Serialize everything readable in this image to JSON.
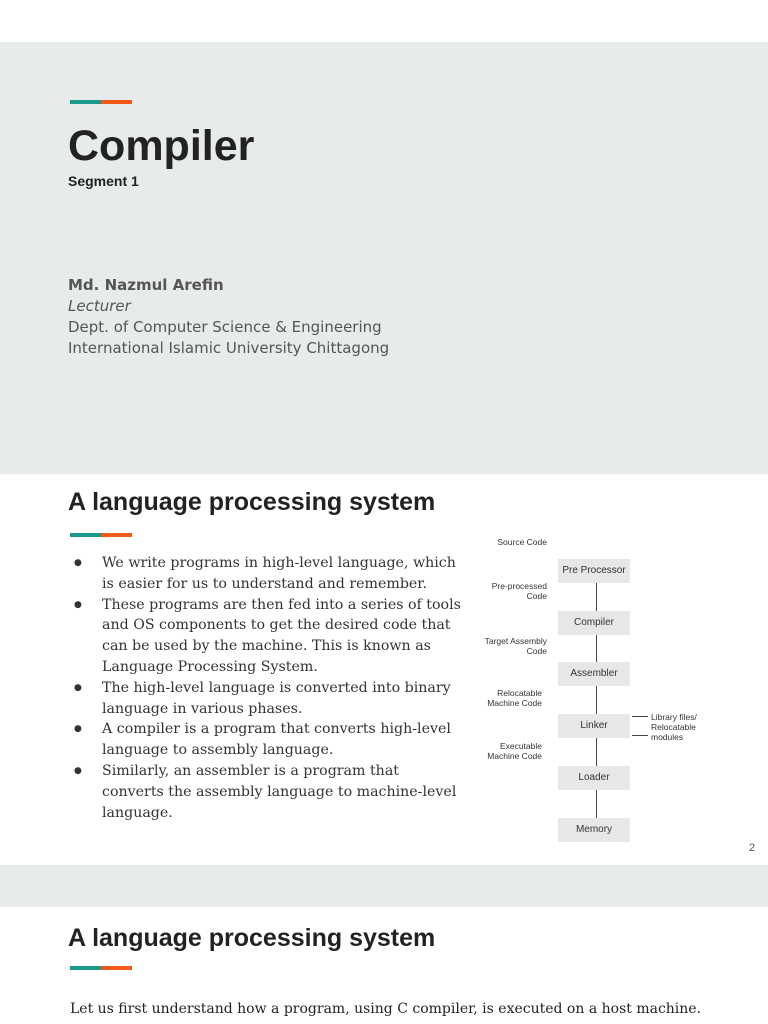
{
  "slide1": {
    "title": "Compiler",
    "subtitle": "Segment 1",
    "author": "Md. Nazmul Arefin",
    "role": "Lecturer",
    "dept": "Dept. of Computer Science & Engineering",
    "university": "International Islamic University Chittagong"
  },
  "slide2": {
    "title": "A language processing system",
    "bullets": [
      "We write programs in high-level language, which is easier for us to understand and remember.",
      "These programs are then fed into a series of tools and OS components to get the desired code that can be used by the machine. This is known as Language Processing System.",
      "The high-level language is converted into binary language in various phases.",
      " A compiler is a program that converts high-level language to assembly language.",
      "Similarly, an assembler is a program that converts the assembly language to machine-level language."
    ],
    "diagram": {
      "boxes": [
        "Pre Processor",
        "Compiler",
        "Assembler",
        "Linker",
        "Loader",
        "Memory"
      ],
      "labels": [
        "Source Code",
        "Pre-processed Code",
        "Target Assembly Code",
        "Relocatable Machine Code",
        "Executable Machine Code"
      ],
      "side_label": "Library files/ Relocatable modules"
    },
    "page_number": "2"
  },
  "slide3": {
    "title": "A language processing system",
    "text": "Let us first understand how a program, using C compiler, is executed on a host machine."
  }
}
